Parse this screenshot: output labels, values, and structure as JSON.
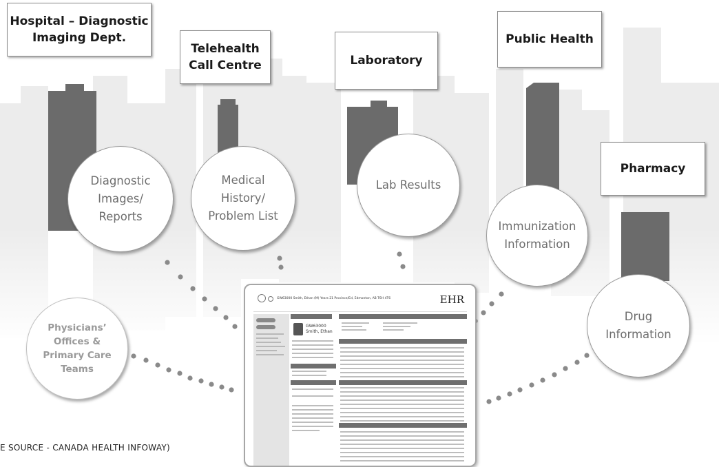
{
  "labels": {
    "hospital": "Hospital – Diagnostic\nImaging Dept.",
    "telehealth": "Telehealth\nCall Centre",
    "laboratory": "Laboratory",
    "public_health": "Public Health",
    "pharmacy": "Pharmacy"
  },
  "circles": {
    "diagnostic": "Diagnostic\nImages/\nReports",
    "medical": "Medical\nHistory/\nProblem List",
    "lab": "Lab Results",
    "immunization": "Immunization\nInformation",
    "drug": "Drug\nInformation",
    "physicians": "Physicians’\nOffices &\nPrimary Care\nTeams"
  },
  "ehr": {
    "logo": "EHR",
    "patient_name": "GW63000\nSmith, Ethan",
    "header_text": "GW63000 Smith, Ethan (M) Years 21 Province/Ed, Edmonton, AB T6H 4T6"
  },
  "source_note": "E SOURCE - CANADA HEALTH INFOWAY)",
  "colors": {
    "building": "#6b6b6b",
    "skyline": "#ececec",
    "dots": "#8a8a8a"
  }
}
